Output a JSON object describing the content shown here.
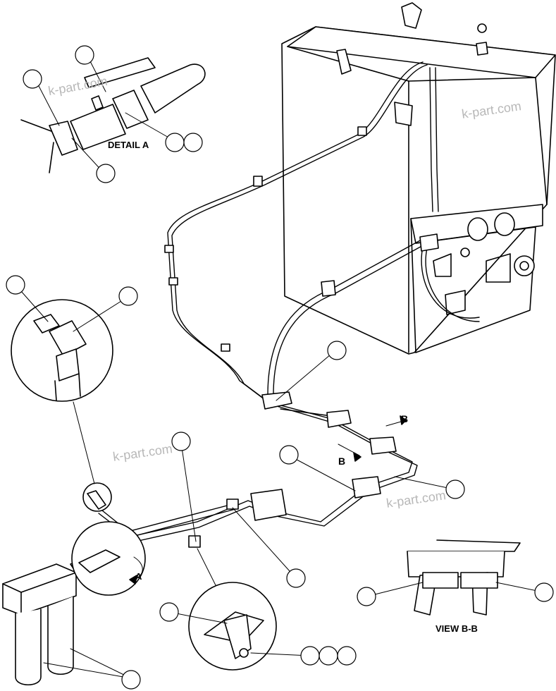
{
  "labels": {
    "detail_a": "DETAIL A",
    "view_bb": "VIEW B-B",
    "section_b_top": "B",
    "section_b_bottom": "B",
    "arrow_a": "A"
  },
  "watermarks": [
    "k-part.com",
    "k-part.com",
    "k-part.com",
    "k-part.com"
  ]
}
